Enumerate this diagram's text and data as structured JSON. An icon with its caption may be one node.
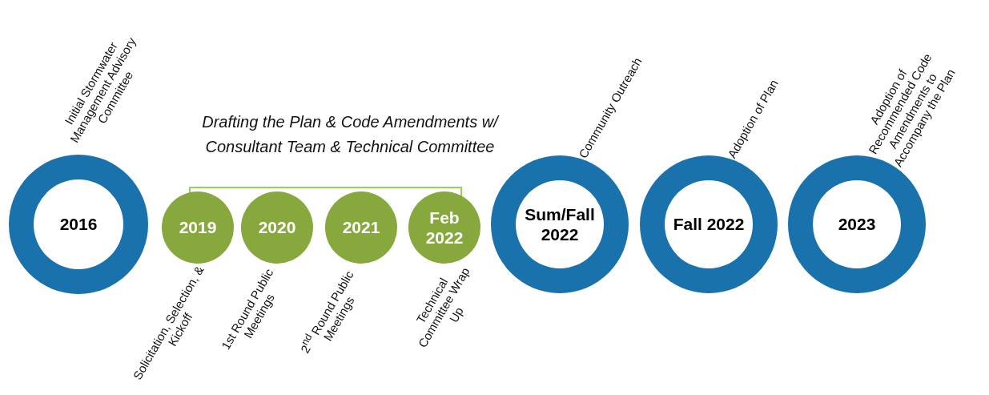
{
  "diagram": {
    "nodes": [
      {
        "text": [
          "2016"
        ],
        "beside": [
          "Initial Stormwater Management Advisory Committee"
        ]
      },
      {
        "text": [
          "2019"
        ],
        "beside": [
          "Solicitation, Selection, & Kickoff"
        ]
      },
      {
        "text": [
          "2020"
        ],
        "beside": [
          "1st Round Public Meetings"
        ]
      },
      {
        "text": [
          "2021"
        ],
        "beside": [
          "2$^{nd}$ Round Public Meetings"
        ]
      },
      {
        "text": [
          "Feb 2022"
        ],
        "beside": [
          "Technical Committee Wrap Up"
        ]
      },
      {
        "text": [
          "Sum/Fall 2022"
        ],
        "beside": [
          "Community Outreach"
        ]
      },
      {
        "text": [
          "Fall 2022"
        ],
        "beside": [
          "Adoption of Plan"
        ]
      },
      {
        "text": [
          "2023"
        ],
        "beside": [
          "Adoption of Recommended Code Amendments to Accompany the Plan"
        ]
      }
    ],
    "labels": [
      "Drafting the Plan & Code Amendments w/ Consultant Team & Technical Committee"
    ]
  }
}
